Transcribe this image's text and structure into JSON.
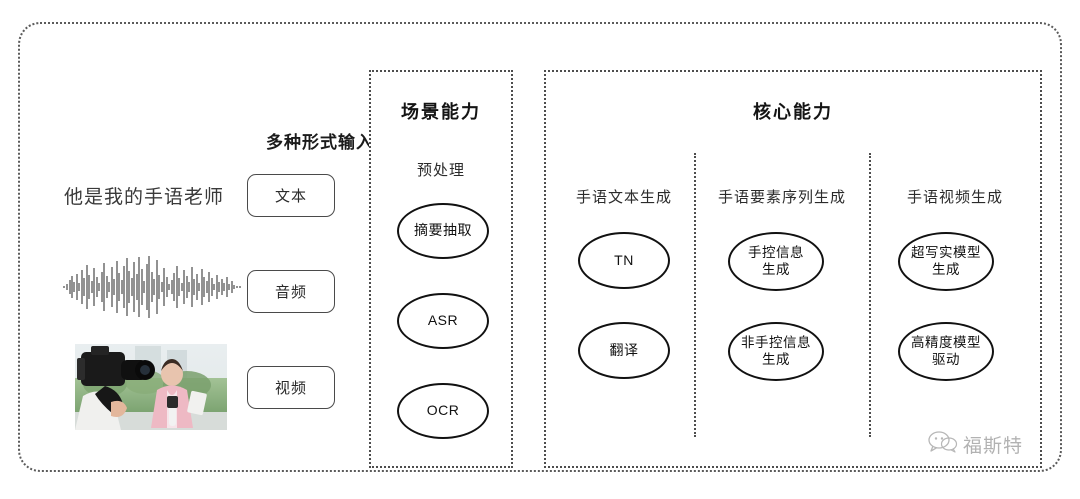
{
  "diagram": {
    "input_section": {
      "heading": "多种形式输入",
      "sample_sentence": "他是我的手语老师",
      "waveform_icon": "audio-waveform",
      "video_thumbnail_icon": "camera-operator-photo",
      "modalities": [
        {
          "label": "文本",
          "name": "text"
        },
        {
          "label": "音频",
          "name": "audio"
        },
        {
          "label": "视频",
          "name": "video"
        }
      ]
    },
    "scene_panel": {
      "title": "场景能力",
      "subtitle": "预处理",
      "nodes": [
        {
          "label": "摘要抽取"
        },
        {
          "label": "ASR"
        },
        {
          "label": "OCR"
        }
      ]
    },
    "core_panel": {
      "title": "核心能力",
      "columns": [
        {
          "label": "手语文本生成",
          "nodes": [
            {
              "label": "TN"
            },
            {
              "label": "翻译"
            }
          ]
        },
        {
          "label": "手语要素序列生成",
          "nodes": [
            {
              "label": "手控信息\n生成"
            },
            {
              "label": "非手控信息\n生成"
            }
          ]
        },
        {
          "label": "手语视频生成",
          "nodes": [
            {
              "label": "超写实模型\n生成"
            },
            {
              "label": "高精度模型\n驱动"
            }
          ]
        }
      ]
    },
    "watermark": {
      "text": "福斯特",
      "icon": "wechat-bubble-icon"
    },
    "colors": {
      "border": "#4d4d4d",
      "node_stroke": "#111111",
      "text": "#1b1b1b",
      "background": "#ffffff"
    }
  }
}
